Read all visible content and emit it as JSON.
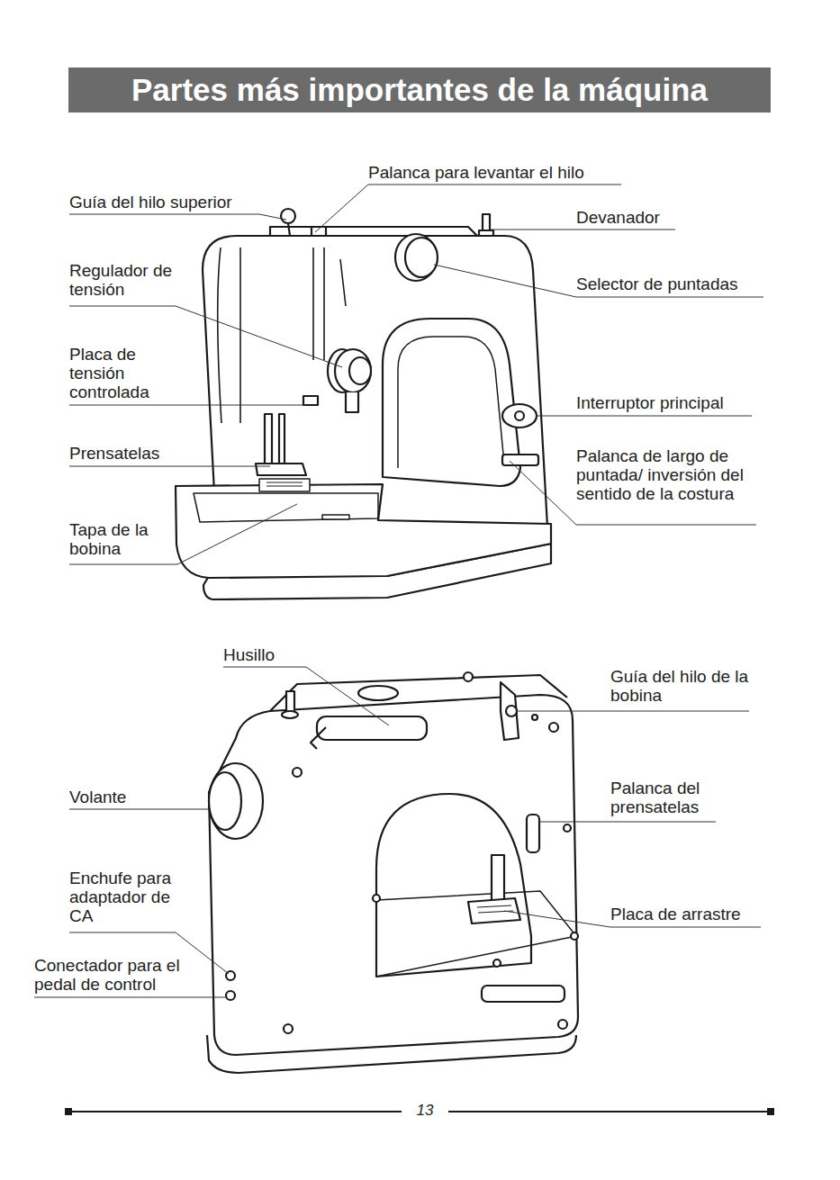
{
  "diagram": {
    "title": "Partes más importantes de la máquina",
    "labels": [
      "Palanca para levantar el hilo",
      "Guía del hilo superior",
      "Devanador",
      "Regulador de tensión",
      "Selector de puntadas",
      "Placa de tensión controlada",
      "Interruptor principal",
      "Prensatelas",
      "Palanca de largo de puntada/ inversión del sentido de la costura",
      "Tapa de la bobina",
      "Husillo",
      "Guía del hilo de la bobina",
      "Volante",
      "Palanca del prensatelas",
      "Enchufe para adaptador de CA",
      "Placa de arrastre",
      "Conectador para el pedal de control",
      "13"
    ]
  }
}
